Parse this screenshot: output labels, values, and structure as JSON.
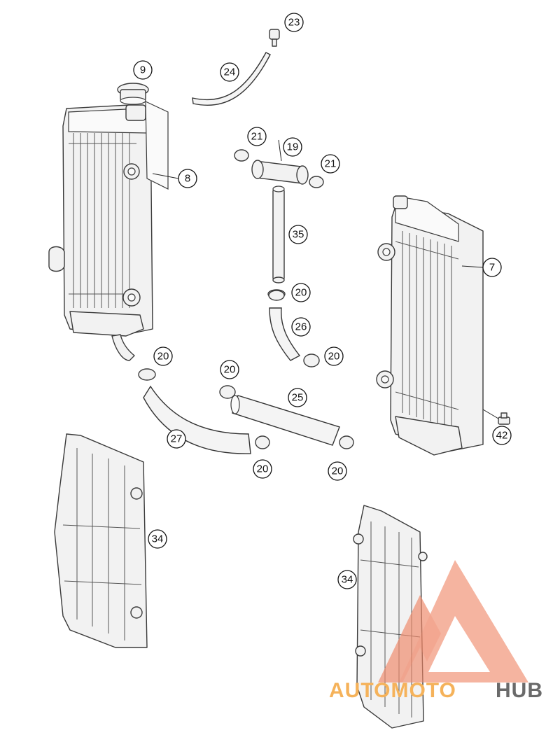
{
  "callouts": [
    {
      "id": "c23",
      "label": "23"
    },
    {
      "id": "c24",
      "label": "24"
    },
    {
      "id": "c9",
      "label": "9"
    },
    {
      "id": "c8",
      "label": "8"
    },
    {
      "id": "c21a",
      "label": "21"
    },
    {
      "id": "c19",
      "label": "19"
    },
    {
      "id": "c21b",
      "label": "21"
    },
    {
      "id": "c35",
      "label": "35"
    },
    {
      "id": "c7",
      "label": "7"
    },
    {
      "id": "c20a",
      "label": "20"
    },
    {
      "id": "c26",
      "label": "26"
    },
    {
      "id": "c20b",
      "label": "20"
    },
    {
      "id": "c20c",
      "label": "20"
    },
    {
      "id": "c20d",
      "label": "20"
    },
    {
      "id": "c25",
      "label": "25"
    },
    {
      "id": "c27",
      "label": "27"
    },
    {
      "id": "c20e",
      "label": "20"
    },
    {
      "id": "c20f",
      "label": "20"
    },
    {
      "id": "c42",
      "label": "42"
    },
    {
      "id": "c34a",
      "label": "34"
    },
    {
      "id": "c34b",
      "label": "34"
    }
  ],
  "watermark": {
    "part1": "AUTOMOTO",
    "part2": "HUB",
    "color_primary": "#f08a6a",
    "color_secondary": "#f5b25a",
    "color_dark": "#6a6a6a"
  }
}
